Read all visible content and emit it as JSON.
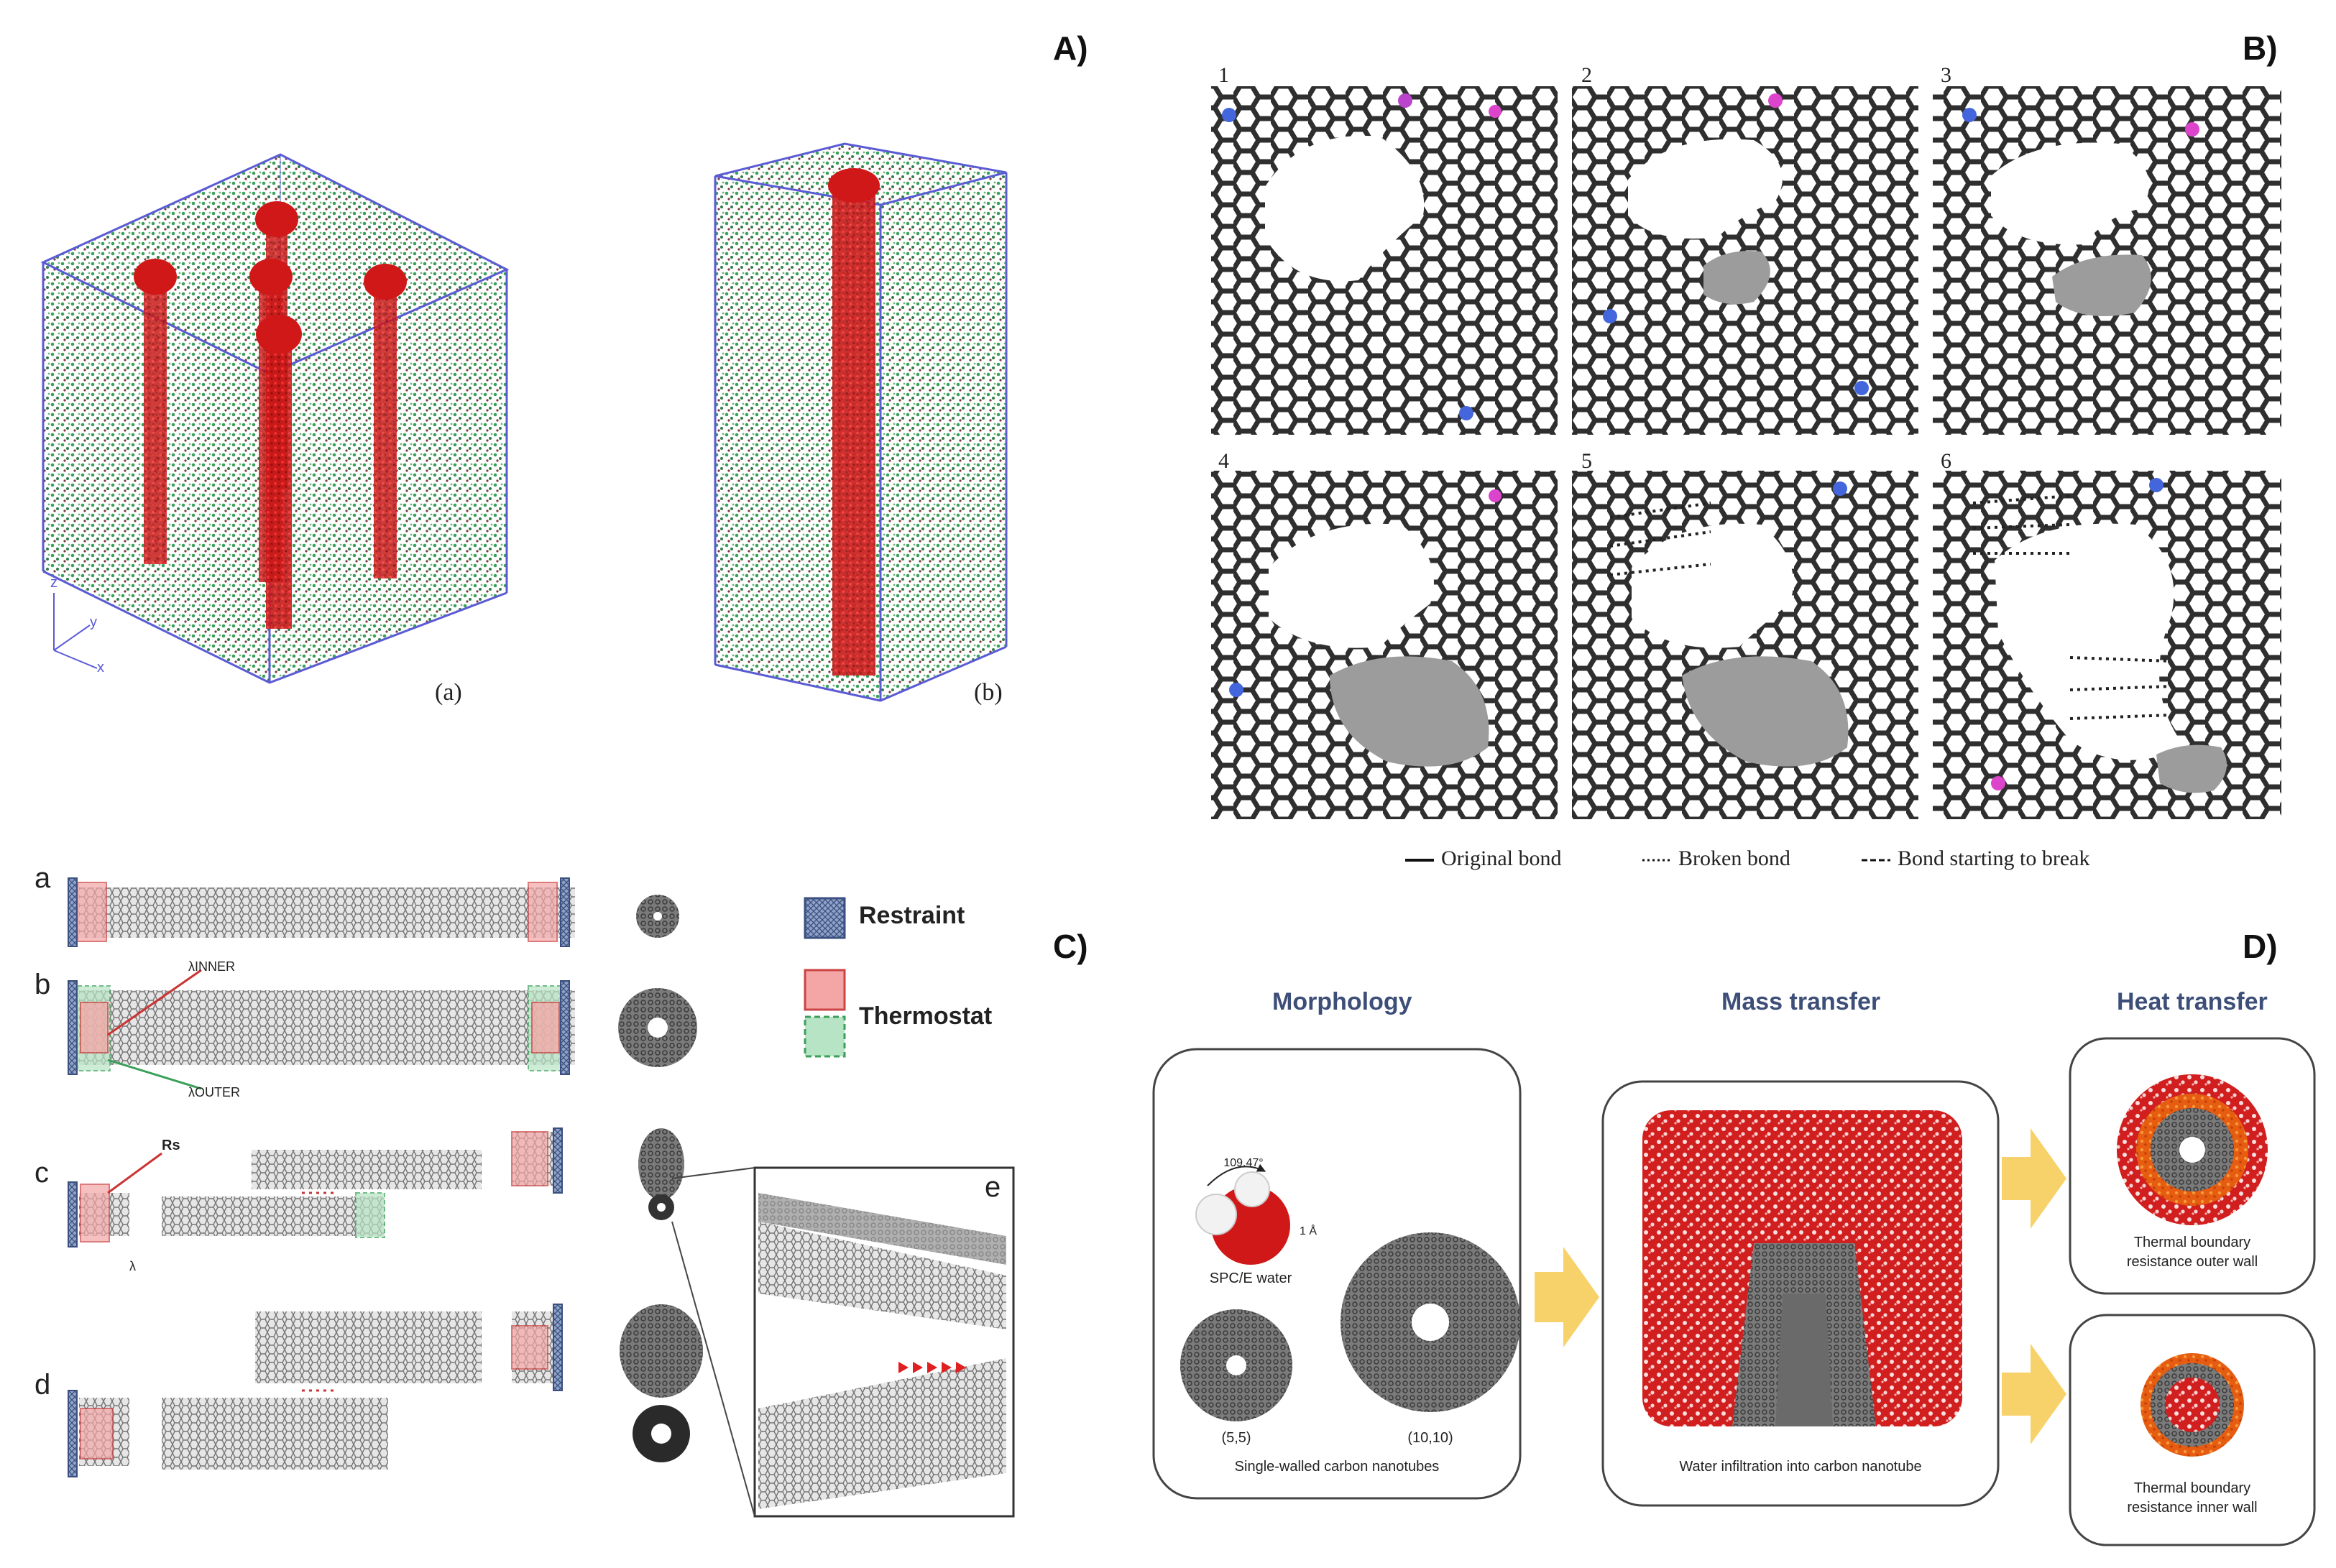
{
  "panel_labels": {
    "A": "A)",
    "B": "B)",
    "C": "C)",
    "D": "D)"
  },
  "panel_a": {
    "sub_a": "(a)",
    "sub_b": "(b)",
    "axes": {
      "x": "x",
      "y": "y",
      "z": "z"
    }
  },
  "panel_b": {
    "frames": [
      "1",
      "2",
      "3",
      "4",
      "5",
      "6"
    ],
    "legend": {
      "original": "Original bond",
      "broken": "Broken bond",
      "starting": "Bond starting to break"
    }
  },
  "panel_c": {
    "rows": [
      "a",
      "b",
      "c",
      "d"
    ],
    "inset_label": "e",
    "legend": {
      "restraint": "Restraint",
      "thermostat": "Thermostat"
    },
    "annotations": {
      "inner": "λINNER",
      "outer": "λOUTER",
      "rs": "Rs",
      "lambda": "λ"
    }
  },
  "panel_d": {
    "headers": {
      "morphology": "Morphology",
      "mass": "Mass transfer",
      "heat": "Heat transfer"
    },
    "water_label": "SPC/E water",
    "tube_55": "(5,5)",
    "tube_1010": "(10,10)",
    "swcnt_caption": "Single-walled carbon nanotubes",
    "infiltration_caption": "Water infiltration into carbon nanotube",
    "outer_caption_1": "Thermal boundary",
    "outer_caption_2": "resistance outer wall",
    "inner_caption_1": "Thermal boundary",
    "inner_caption_2": "resistance inner wall",
    "water_dims": {
      "angle": "109.47°",
      "length": "1 Å"
    }
  },
  "colors": {
    "red": "#d01818",
    "green": "#3aa05a",
    "gray": "#555555",
    "blue_frame": "#5b5bd6",
    "arrow": "#f7d26b",
    "title": "#3d4f78"
  }
}
